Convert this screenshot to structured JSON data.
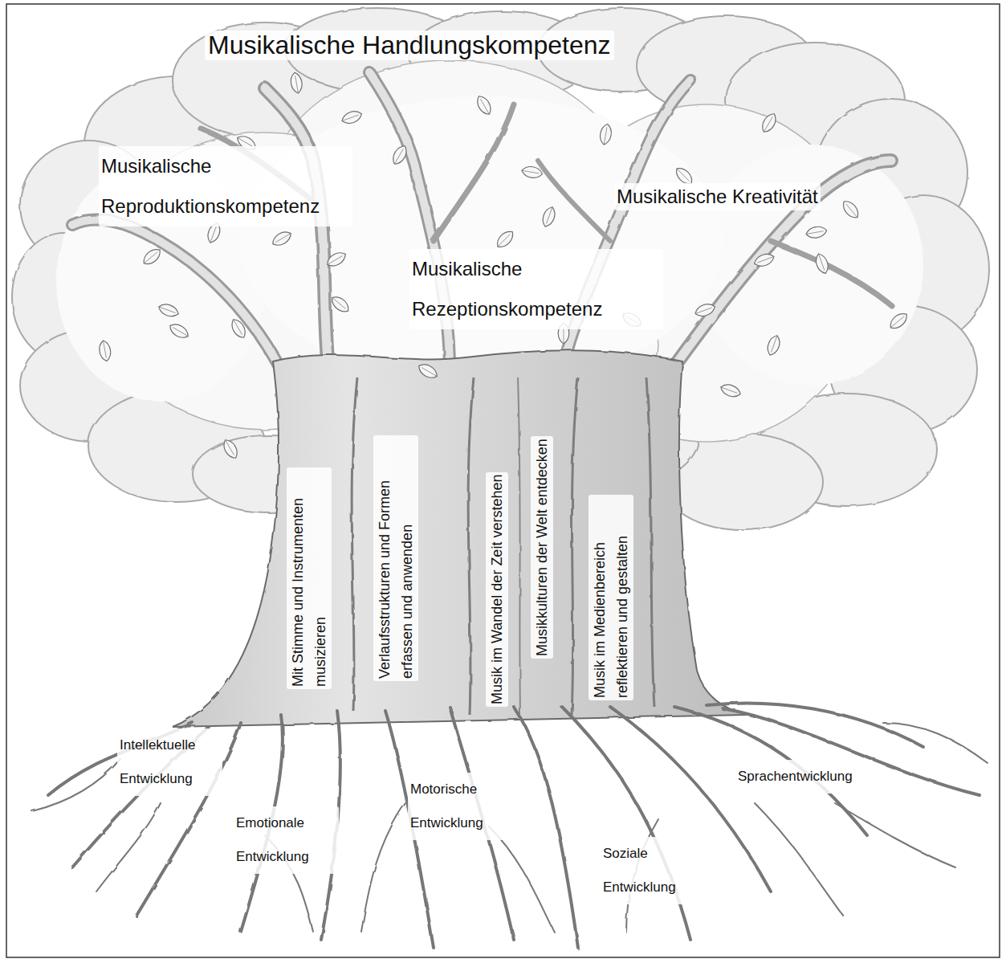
{
  "diagram": {
    "title": "Musikalische Handlungskompetenz",
    "labels": [
      "Musikalische Reproduktionskompetenz",
      "Musikalische Kreativität",
      "Musikalische Rezeptionskompetenz",
      "Mit Stimme und Instrumenten musizieren",
      "Verlaufsstrukturen und Formen erfassen und anwenden",
      "Musik im Wandel der Zeit verstehen",
      "Musikkulturen der Welt entdecken",
      "Musik im Medienbereich reflektieren und gestalten",
      "Intellektuelle Entwicklung",
      "Emotionale Entwicklung",
      "Motorische Entwicklung",
      "Soziale Entwicklung",
      "Sprachentwicklung"
    ]
  }
}
